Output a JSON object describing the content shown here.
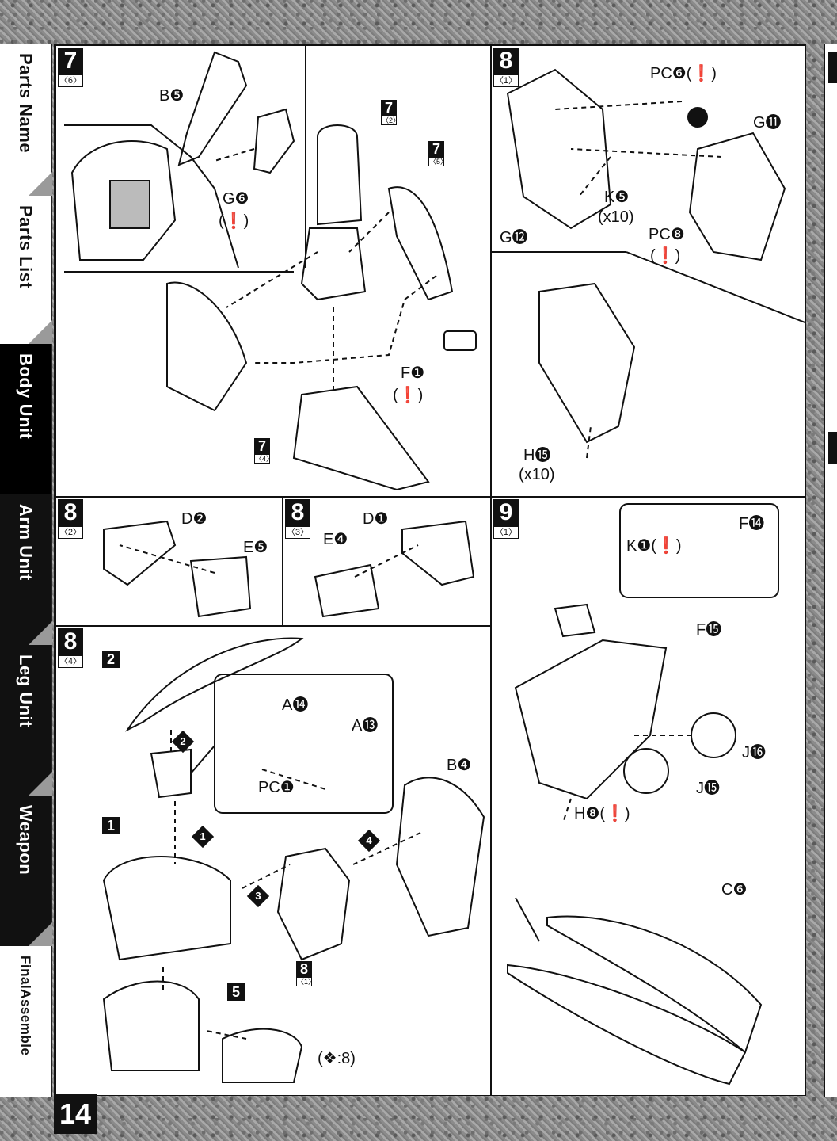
{
  "nav": {
    "tabs": [
      "Parts Name",
      "Parts List",
      "Body Unit",
      "Arm Unit",
      "Leg Unit",
      "Weapon",
      "FinalAssemble"
    ],
    "current": "Body Unit"
  },
  "page_number": "14",
  "panels": {
    "p7_6": {
      "step": "7",
      "sub": "〈6〉",
      "labels": {
        "b5": "B❺",
        "g6": "G❻",
        "g6warn": "(❗)",
        "f1": "F❶",
        "f1warn": "(❗)"
      },
      "refs": [
        {
          "step": "7",
          "sub": "〈2〉"
        },
        {
          "step": "7",
          "sub": "〈5〉"
        },
        {
          "step": "7",
          "sub": "〈4〉"
        }
      ]
    },
    "p8_1": {
      "step": "8",
      "sub": "〈1〉",
      "labels": {
        "pcf": "PC❻(❗)",
        "g11": "G⓫",
        "g12": "G⓬",
        "k5": "K❺",
        "k5qty": "(x10)",
        "pch": "PC❽",
        "pchwarn": "(❗)",
        "h15": "H⓯",
        "h15qty": "(x10)"
      }
    },
    "p8_2": {
      "step": "8",
      "sub": "〈2〉",
      "labels": {
        "d2": "D❷",
        "e5": "E❺"
      }
    },
    "p8_3": {
      "step": "8",
      "sub": "〈3〉",
      "labels": {
        "d1": "D❶",
        "e4": "E❹"
      }
    },
    "p8_4": {
      "step": "8",
      "sub": "〈4〉",
      "labels": {
        "a14": "A⓮",
        "a13": "A⓭",
        "pca": "PC❶",
        "b4": "B❹",
        "ref81": "〈1〉",
        "ref_combo": "(❖:8)"
      },
      "steps": [
        "2",
        "1",
        "5"
      ],
      "diamonds": [
        "2",
        "1",
        "3",
        "4"
      ]
    },
    "p9_1": {
      "step": "9",
      "sub": "〈1〉",
      "labels": {
        "k1": "K❶(❗)",
        "f14": "F⓮",
        "f15": "F⓯",
        "j16": "J⓰",
        "j15": "J⓯",
        "h8": "H❽(❗)",
        "c6": "C❻"
      }
    }
  }
}
